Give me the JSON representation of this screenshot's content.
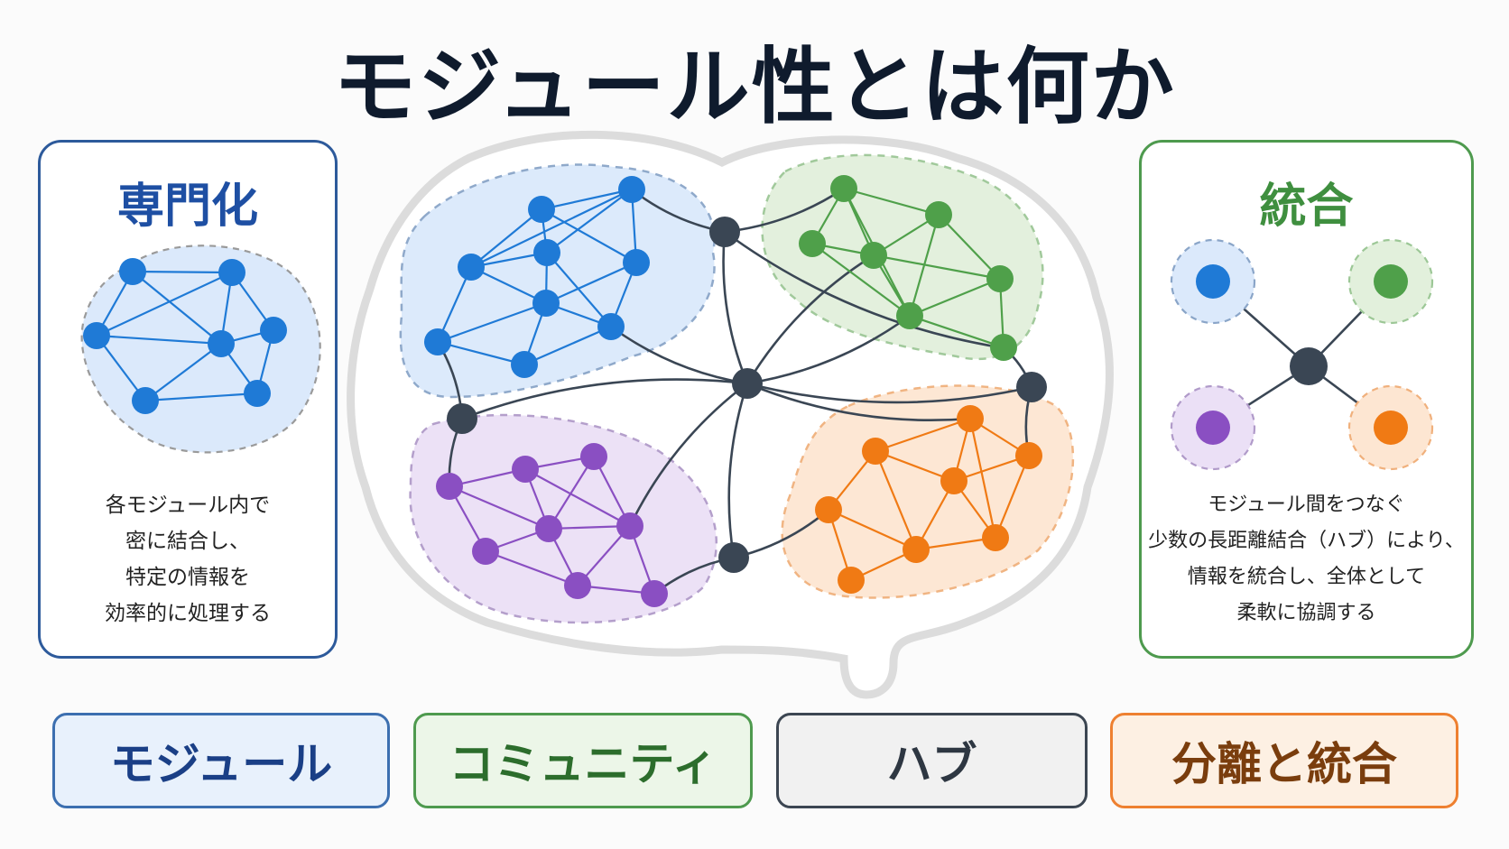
{
  "title": "モジュール性とは何か",
  "left_panel": {
    "heading": "専門化",
    "description": [
      "各モジュール内で",
      "密に結合し、",
      "特定の情報を",
      "効率的に処理する"
    ]
  },
  "right_panel": {
    "heading": "統合",
    "description": [
      "モジュール間をつなぐ",
      "少数の長距離結合（ハブ）により、",
      "情報を統合し、全体として",
      "柔軟に協調する"
    ]
  },
  "tags": {
    "module": "モジュール",
    "community": "コミュニティ",
    "hub": "ハブ",
    "separation": "分離と統合"
  },
  "colors": {
    "blue": "#1f7ad6",
    "green": "#4fa04a",
    "purple": "#8a4fc2",
    "orange": "#f07a14",
    "hub": "#3a4654"
  }
}
